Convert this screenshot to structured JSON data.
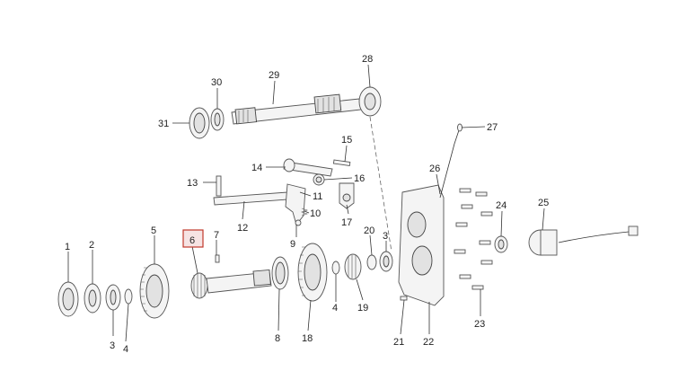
{
  "diagram": {
    "highlighted_part": "6",
    "parts": [
      "1",
      "2",
      "3",
      "3",
      "4",
      "4",
      "5",
      "6",
      "7",
      "8",
      "9",
      "10",
      "11",
      "12",
      "13",
      "14",
      "15",
      "16",
      "17",
      "18",
      "19",
      "20",
      "21",
      "22",
      "23",
      "24",
      "25",
      "26",
      "27",
      "28",
      "29",
      "30",
      "31"
    ]
  },
  "colors": {
    "highlight_border": "#c0392b",
    "line": "#333333",
    "label": "#222222"
  }
}
